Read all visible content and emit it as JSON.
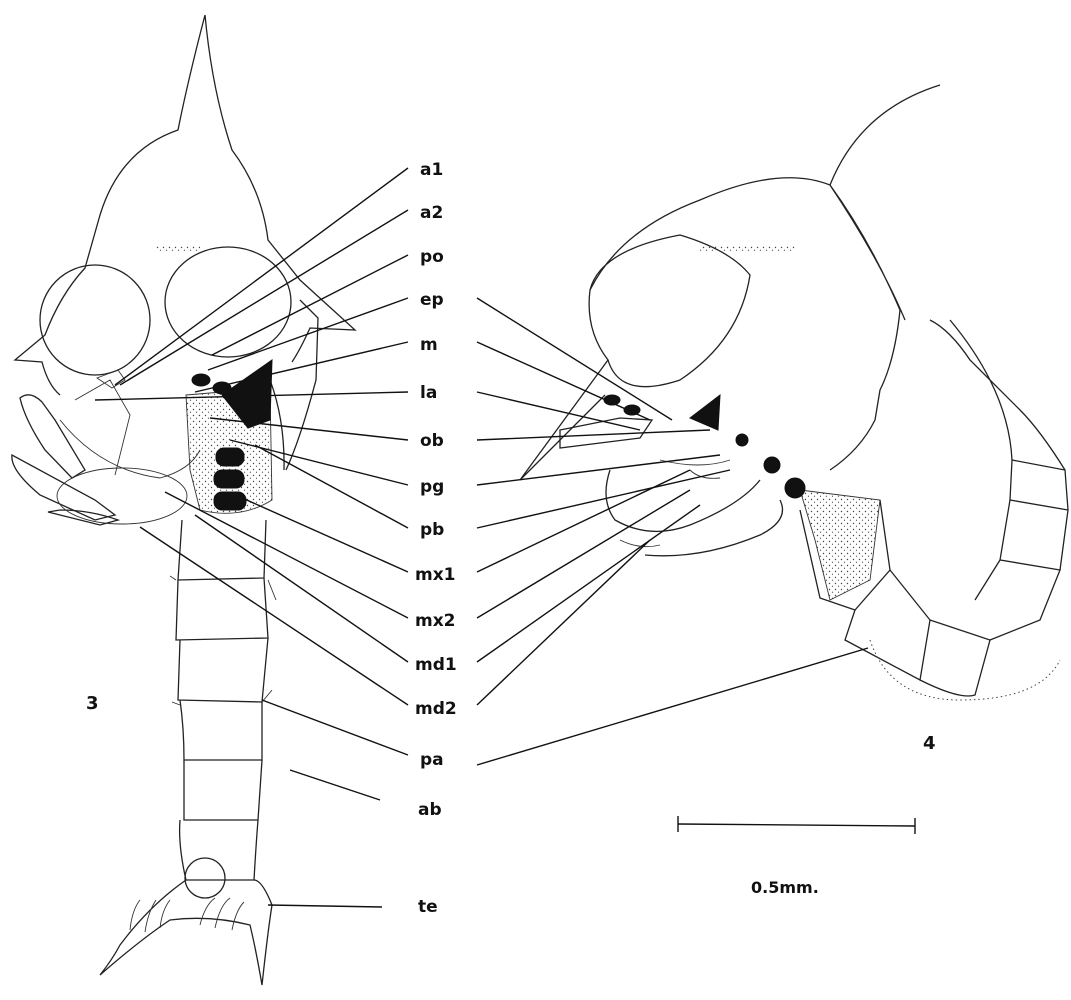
{
  "figure_numbers": {
    "left": "3",
    "right": "4"
  },
  "labels": {
    "a1": "a1",
    "a2": "a2",
    "po": "po",
    "ep": "ep",
    "m": "m",
    "la": "la",
    "ob": "ob",
    "pg": "pg",
    "pb": "pb",
    "mx1": "mx1",
    "mx2": "mx2",
    "md1": "md1",
    "md2": "md2",
    "pa": "pa",
    "ab": "ab",
    "te": "te"
  },
  "scale_bar": {
    "label": "0.5mm."
  }
}
